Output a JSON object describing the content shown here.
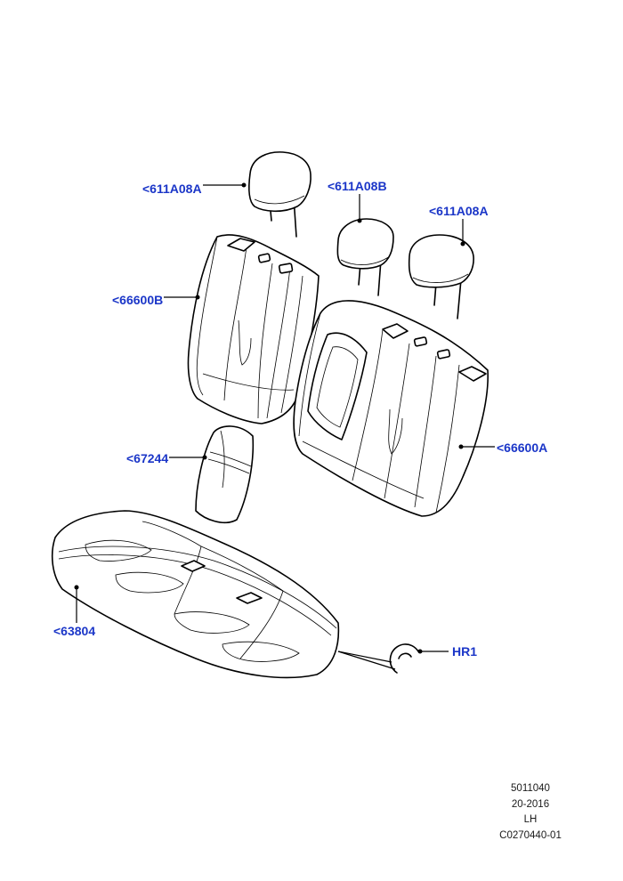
{
  "callouts": {
    "headrest_a_left": "<611A08A",
    "headrest_b": "<611A08B",
    "headrest_a_right": "<611A08A",
    "backrest_b": "<66600B",
    "backrest_a": "<66600A",
    "armrest": "<67244",
    "cushion": "<63804",
    "clip": "HR1"
  },
  "footer": {
    "line1": "5011040",
    "line2": "20-2016",
    "line3": "LH",
    "line4": "C0270440-01"
  },
  "colors": {
    "callout_text": "#1b36c8",
    "line": "#000000",
    "background": "#ffffff"
  },
  "icons": {
    "headrest": "seat-headrest",
    "backrest": "seat-backrest",
    "armrest": "center-armrest",
    "cushion": "seat-cushion",
    "clip": "retaining-clip"
  }
}
